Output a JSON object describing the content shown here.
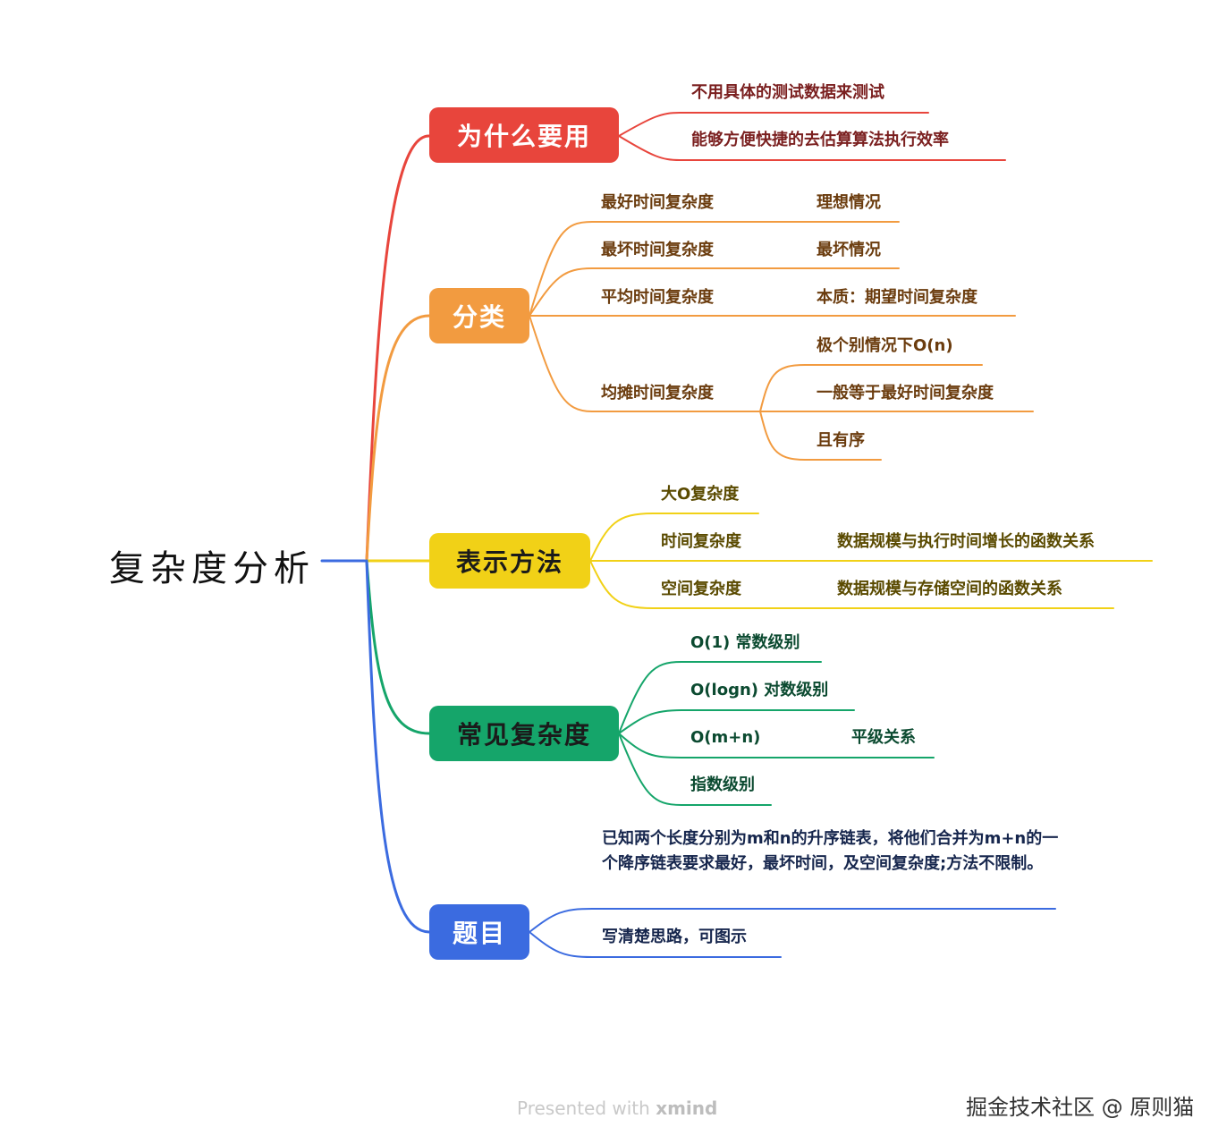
{
  "root": "复杂度分析",
  "colors": {
    "red": "#e8453c",
    "orange": "#f29b40",
    "yellow": "#f1d117",
    "green": "#15a56a",
    "blue": "#3b6be0"
  },
  "branches": {
    "why": {
      "title": "为什么要用",
      "items": [
        "不用具体的测试数据来测试",
        "能够方便快捷的去估算算法执行效率"
      ]
    },
    "category": {
      "title": "分类",
      "best": {
        "label": "最好时间复杂度",
        "note": "理想情况"
      },
      "worst": {
        "label": "最坏时间复杂度",
        "note": "最坏情况"
      },
      "average": {
        "label": "平均时间复杂度",
        "note": "本质：期望时间复杂度"
      },
      "amortized": {
        "label": "均摊时间复杂度",
        "notes": [
          "极个别情况下O(n)",
          "一般等于最好时间复杂度",
          "且有序"
        ]
      }
    },
    "notation": {
      "title": "表示方法",
      "bigO": "大O复杂度",
      "time": {
        "label": "时间复杂度",
        "note": "数据规模与执行时间增长的函数关系"
      },
      "space": {
        "label": "空间复杂度",
        "note": "数据规模与存储空间的函数关系"
      }
    },
    "common": {
      "title": "常见复杂度",
      "o1": "O(1) 常数级别",
      "ologn": "O(logn) 对数级别",
      "omn": {
        "label": "O(m+n)",
        "note": "平级关系"
      },
      "exp": "指数级别"
    },
    "question": {
      "title": "题目",
      "text": "已知两个长度分别为m和n的升序链表，将他们合并为m+n的一个降序链表要求最好，最坏时间，及空间复杂度;方法不限制。",
      "hint": "写清楚思路，可图示"
    }
  },
  "footer": {
    "prefix": "Presented with",
    "brand": "xmind"
  },
  "watermark": "掘金技术社区 @ 原则猫"
}
